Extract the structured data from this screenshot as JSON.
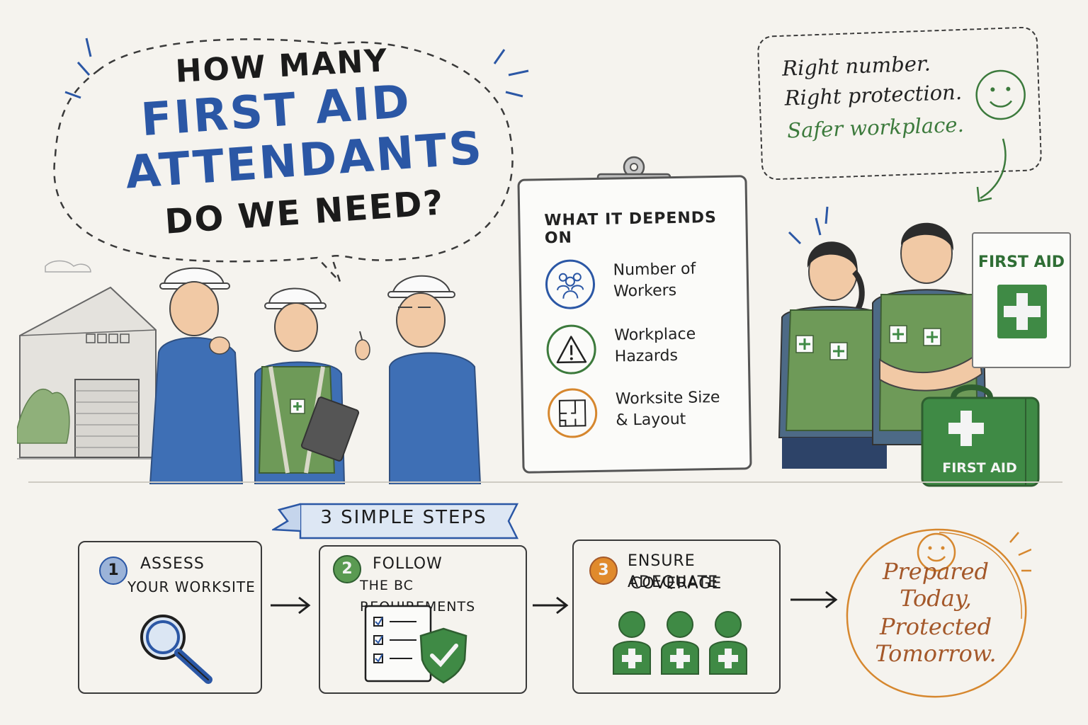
{
  "title": {
    "line1": "HOW MANY",
    "line2": "FIRST AID",
    "line3": "ATTENDANTS",
    "line4": "DO WE NEED?"
  },
  "note": {
    "line1": "Right number.",
    "line2": "Right protection.",
    "line3": "Safer workplace."
  },
  "clipboard": {
    "heading": "WHAT IT DEPENDS ON",
    "factors": [
      {
        "label": "Number of Workers",
        "icon": "people-group-icon",
        "color": "#2b57a5"
      },
      {
        "label": "Workplace Hazards",
        "icon": "warning-triangle-icon",
        "color": "#3c7a3c"
      },
      {
        "label": "Worksite Size & Layout",
        "icon": "floor-plan-icon",
        "color": "#d6872e"
      }
    ]
  },
  "sign": {
    "label": "FIRST AID"
  },
  "kit": {
    "label": "FIRST AID"
  },
  "steps": {
    "banner": "3 SIMPLE STEPS",
    "items": [
      {
        "number": "1",
        "line1": "ASSESS",
        "line2": "YOUR WORKSITE",
        "icon": "magnifier-icon",
        "color": "#9bb3d8"
      },
      {
        "number": "2",
        "line1": "FOLLOW",
        "line2": "THE BC REQUIREMENTS",
        "icon": "checklist-shield-icon",
        "color": "#5a9a52"
      },
      {
        "number": "3",
        "line1": "ENSURE ADEQUATE",
        "line2": "COVERAGE",
        "icon": "attendants-icon",
        "color": "#e08a2c"
      }
    ]
  },
  "outcome": {
    "line1": "Prepared",
    "line2": "Today,",
    "line3": "Protected",
    "line4": "Tomorrow."
  },
  "colors": {
    "blue": "#2b57a5",
    "green": "#3f8a45",
    "orange": "#d6872e",
    "background": "#f5f3ee"
  }
}
